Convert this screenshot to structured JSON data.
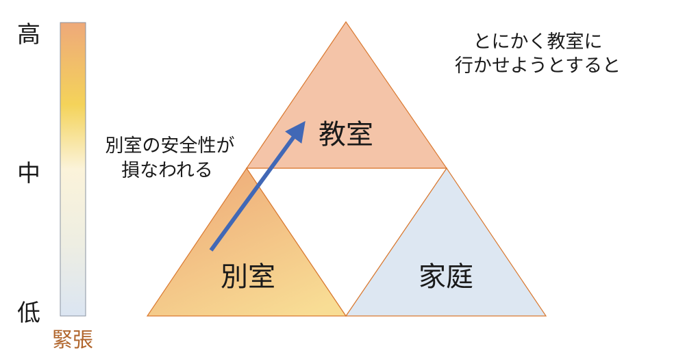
{
  "scale": {
    "high": "高",
    "mid": "中",
    "low": "低",
    "caption": "緊張"
  },
  "triangles": {
    "top": "教室",
    "left": "別室",
    "right": "家庭"
  },
  "arrow_note": {
    "line1": "別室の安全性が",
    "line2": "損なわれる"
  },
  "note": {
    "line1": "とにかく教室に",
    "line2": "行かせようとすると"
  },
  "colors": {
    "top_fill": "#f4c4a8",
    "left_grad_start": "#eeaa78",
    "left_grad_end": "#f8dd95",
    "right_fill": "#dde7f2",
    "stroke": "#d9782f",
    "arrow": "#4168b6",
    "caption": "#b0652c"
  }
}
